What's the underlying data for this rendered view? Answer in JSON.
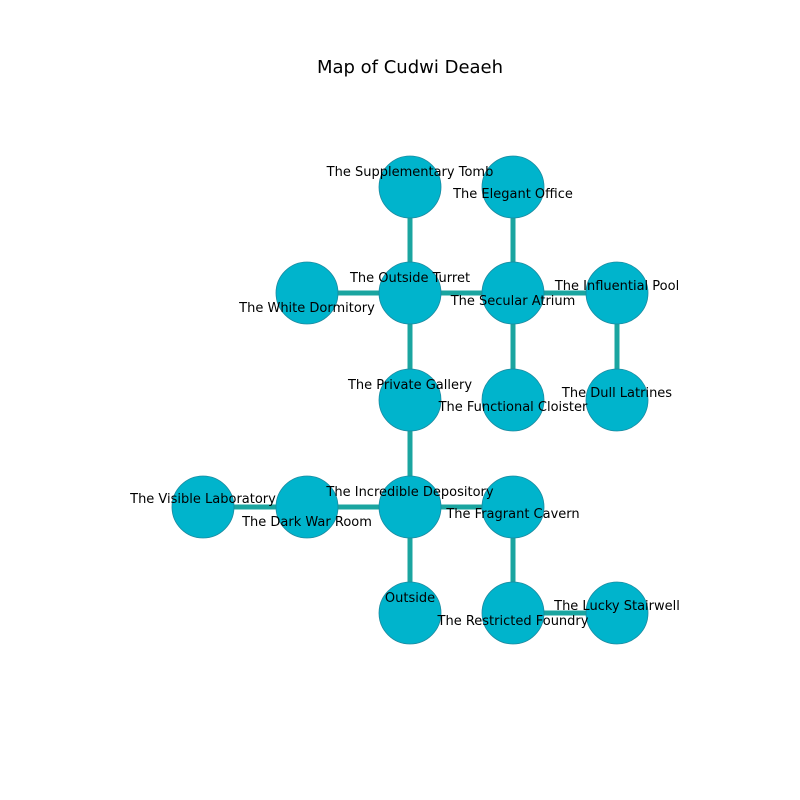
{
  "title": "Map of Cudwi Deaeh",
  "colors": {
    "node_fill": "#00b4cc",
    "node_stroke": "#1a8aa0",
    "edge": "#1aa5a0"
  },
  "rooms": [
    {
      "id": "supplementary-tomb",
      "label": "The Supplementary Tomb"
    },
    {
      "id": "elegant-office",
      "label": "The Elegant Office"
    },
    {
      "id": "white-dormitory",
      "label": "The White Dormitory"
    },
    {
      "id": "outside-turret",
      "label": "The Outside Turret"
    },
    {
      "id": "secular-atrium",
      "label": "The Secular Atrium"
    },
    {
      "id": "influential-pool",
      "label": "The Influential Pool"
    },
    {
      "id": "private-gallery",
      "label": "The Private Gallery"
    },
    {
      "id": "functional-cloister",
      "label": "The Functional Cloister"
    },
    {
      "id": "dull-latrines",
      "label": "The Dull Latrines"
    },
    {
      "id": "visible-laboratory",
      "label": "The Visible Laboratory"
    },
    {
      "id": "dark-war-room",
      "label": "The Dark War Room"
    },
    {
      "id": "incredible-depository",
      "label": "The Incredible Depository"
    },
    {
      "id": "fragrant-cavern",
      "label": "The Fragrant Cavern"
    },
    {
      "id": "outside",
      "label": "Outside"
    },
    {
      "id": "restricted-foundry",
      "label": "The Restricted Foundry"
    },
    {
      "id": "lucky-stairwell",
      "label": "The Lucky Stairwell"
    }
  ],
  "connections": [
    [
      "supplementary-tomb",
      "outside-turret"
    ],
    [
      "elegant-office",
      "secular-atrium"
    ],
    [
      "white-dormitory",
      "outside-turret"
    ],
    [
      "outside-turret",
      "secular-atrium"
    ],
    [
      "secular-atrium",
      "influential-pool"
    ],
    [
      "secular-atrium",
      "functional-cloister"
    ],
    [
      "influential-pool",
      "dull-latrines"
    ],
    [
      "outside-turret",
      "private-gallery"
    ],
    [
      "private-gallery",
      "incredible-depository"
    ],
    [
      "visible-laboratory",
      "dark-war-room"
    ],
    [
      "dark-war-room",
      "incredible-depository"
    ],
    [
      "incredible-depository",
      "fragrant-cavern"
    ],
    [
      "incredible-depository",
      "outside"
    ],
    [
      "fragrant-cavern",
      "restricted-foundry"
    ],
    [
      "restricted-foundry",
      "lucky-stairwell"
    ]
  ]
}
